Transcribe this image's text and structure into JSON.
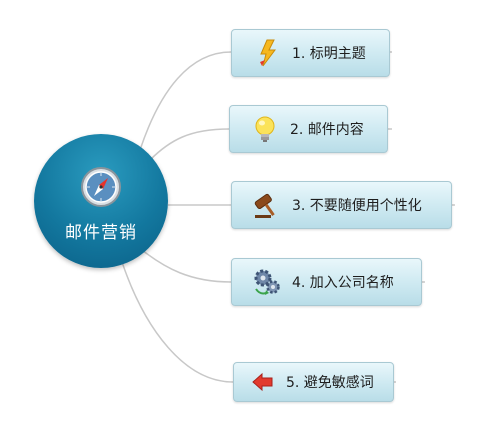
{
  "center": {
    "label": "邮件营销",
    "icon": "compass-icon"
  },
  "branches": [
    {
      "label": "1. 标明主题",
      "icon": "lightning-icon"
    },
    {
      "label": "2. 邮件内容",
      "icon": "lightbulb-icon"
    },
    {
      "label": "3. 不要随便用个性化",
      "icon": "gavel-icon"
    },
    {
      "label": "4. 加入公司名称",
      "icon": "gears-icon"
    },
    {
      "label": "5. 避免敏感词",
      "icon": "red-arrow-left-icon"
    }
  ],
  "colors": {
    "center_fill": "#13789f",
    "node_fill": "#cde9f1",
    "node_border": "#a9c9d3",
    "connector": "#c8c8c8"
  }
}
